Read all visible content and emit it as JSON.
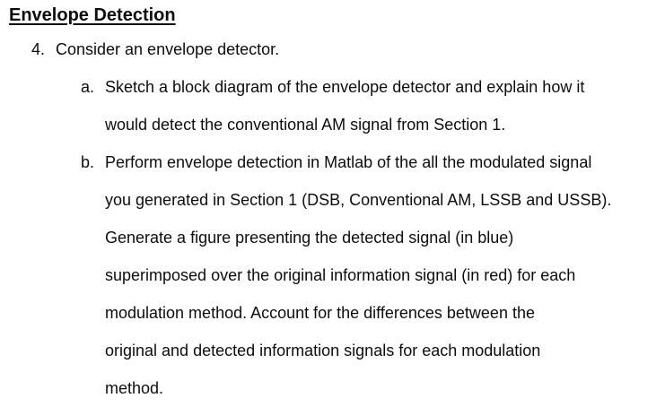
{
  "document": {
    "heading": "Envelope Detection",
    "item": {
      "number": "4.",
      "text": "Consider an envelope detector.",
      "sub_items": [
        {
          "label": "a.",
          "lines": [
            "Sketch a block diagram of the envelope detector and explain how it",
            "would detect the conventional AM signal from Section 1."
          ]
        },
        {
          "label": "b.",
          "lines": [
            "Perform envelope detection in Matlab of the all the modulated signal",
            "you generated in Section 1 (DSB, Conventional AM, LSSB and USSB).",
            "Generate a figure presenting the detected signal (in blue)",
            "superimposed over the original information signal (in red) for each",
            "modulation method. Account for the differences between the",
            "original and detected information signals for each modulation",
            "method."
          ]
        }
      ]
    }
  }
}
